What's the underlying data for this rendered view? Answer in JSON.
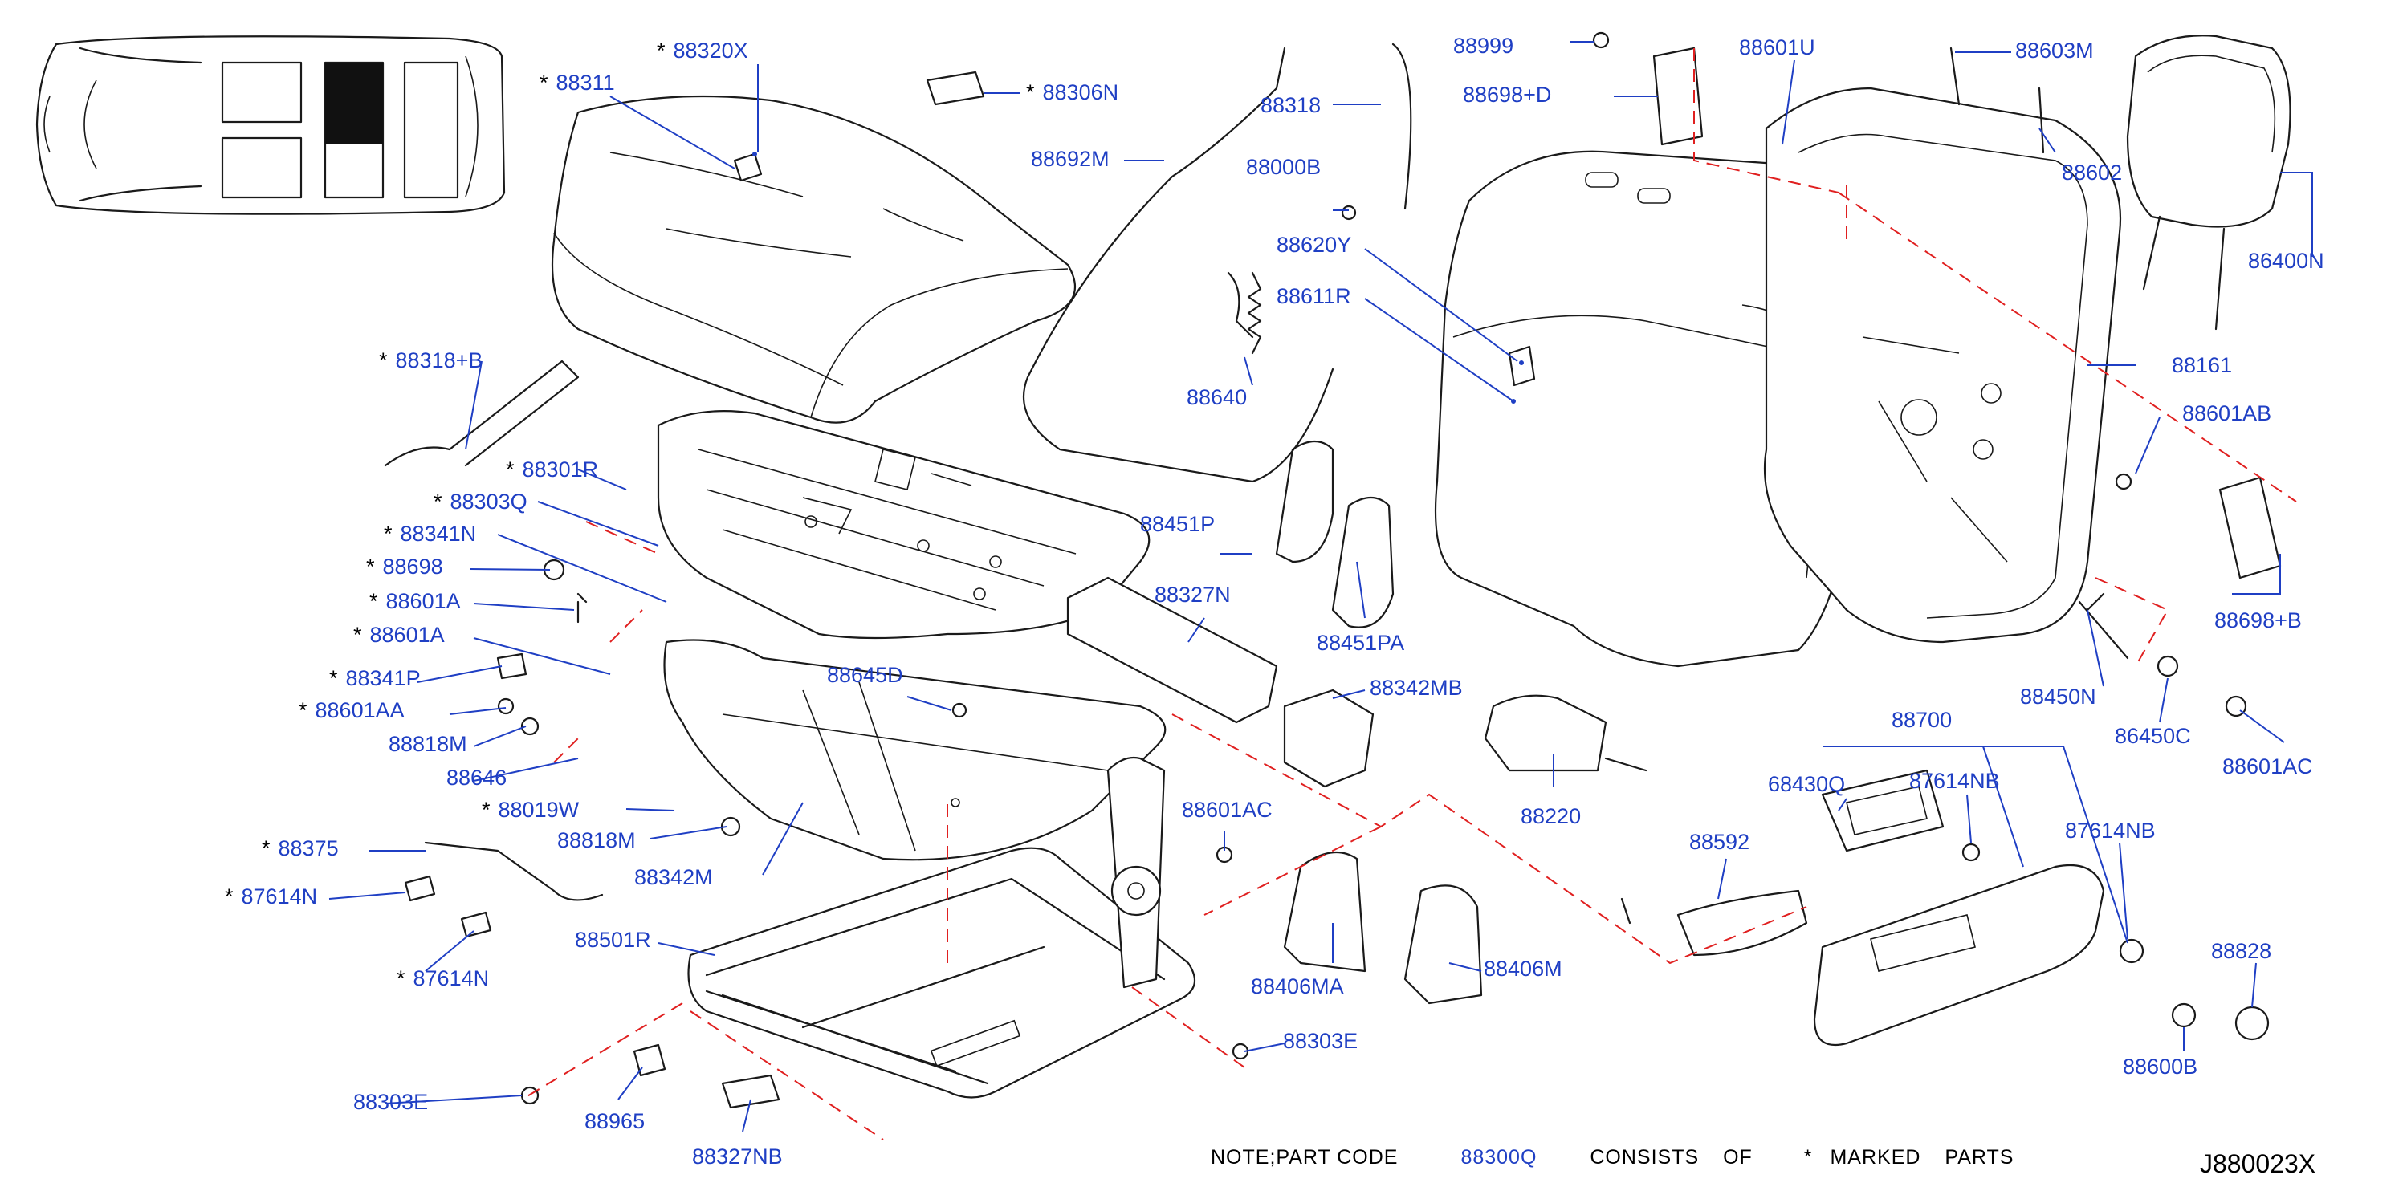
{
  "diagram_id": "J880023X",
  "note": {
    "prefix": "NOTE;PART CODE",
    "code": "88300Q",
    "middle": "CONSISTS OF",
    "star": "*",
    "suffix": "MARKED PARTS"
  },
  "colors": {
    "label": "#1f3fc4",
    "leader": "#1f3fc4",
    "dashed": "#e02020",
    "drawing": "#1a1a1a"
  },
  "labels": [
    {
      "id": "88320X",
      "star": true
    },
    {
      "id": "88311",
      "star": true
    },
    {
      "id": "88306N",
      "star": true
    },
    {
      "id": "88692M",
      "star": false
    },
    {
      "id": "88318",
      "star": false
    },
    {
      "id": "88000B",
      "star": false
    },
    {
      "id": "88620Y",
      "star": false
    },
    {
      "id": "88611R",
      "star": false
    },
    {
      "id": "88640",
      "star": false
    },
    {
      "id": "88999",
      "star": false
    },
    {
      "id": "88698+D",
      "star": false
    },
    {
      "id": "88601U",
      "star": false
    },
    {
      "id": "88603M",
      "star": false
    },
    {
      "id": "88602",
      "star": false
    },
    {
      "id": "86400N",
      "star": false
    },
    {
      "id": "88161",
      "star": false
    },
    {
      "id": "88601AB",
      "star": false
    },
    {
      "id": "88698+B",
      "star": false
    },
    {
      "id": "88450N",
      "star": false
    },
    {
      "id": "86450C",
      "star": false
    },
    {
      "id": "88601AC",
      "star": false
    },
    {
      "id": "88318+B",
      "star": true
    },
    {
      "id": "88301R",
      "star": true
    },
    {
      "id": "88303Q",
      "star": true
    },
    {
      "id": "88341N",
      "star": true
    },
    {
      "id": "88698",
      "star": true
    },
    {
      "id": "88601A",
      "star": true
    },
    {
      "id": "88601A",
      "star": true
    },
    {
      "id": "88341P",
      "star": true
    },
    {
      "id": "88601AA",
      "star": true
    },
    {
      "id": "88818M",
      "star": false
    },
    {
      "id": "88646",
      "star": false
    },
    {
      "id": "88019W",
      "star": true
    },
    {
      "id": "88818M",
      "star": false
    },
    {
      "id": "88342M",
      "star": false
    },
    {
      "id": "88375",
      "star": true
    },
    {
      "id": "87614N",
      "star": true
    },
    {
      "id": "87614N",
      "star": true
    },
    {
      "id": "88501R",
      "star": false
    },
    {
      "id": "88303E",
      "star": false
    },
    {
      "id": "88965",
      "star": false
    },
    {
      "id": "88327NB",
      "star": false
    },
    {
      "id": "88451P",
      "star": false
    },
    {
      "id": "88451PA",
      "star": false
    },
    {
      "id": "88327N",
      "star": false
    },
    {
      "id": "88342MB",
      "star": false
    },
    {
      "id": "88645D",
      "star": false
    },
    {
      "id": "88601AC",
      "star": false
    },
    {
      "id": "88406MA",
      "star": false
    },
    {
      "id": "88406M",
      "star": false
    },
    {
      "id": "88303E",
      "star": false
    },
    {
      "id": "88220",
      "star": false
    },
    {
      "id": "88592",
      "star": false
    },
    {
      "id": "88700",
      "star": false
    },
    {
      "id": "68430Q",
      "star": false
    },
    {
      "id": "87614NB",
      "star": false
    },
    {
      "id": "87614NB",
      "star": false
    },
    {
      "id": "88828",
      "star": false
    },
    {
      "id": "88600B",
      "star": false
    }
  ]
}
